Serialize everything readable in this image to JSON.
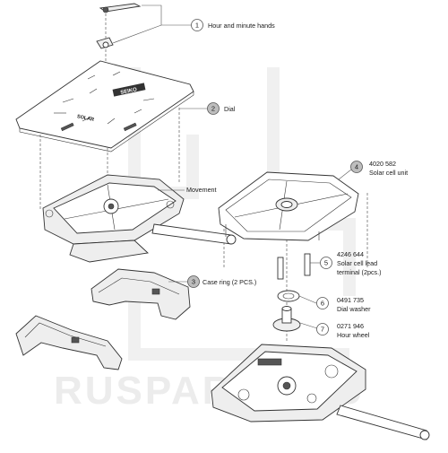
{
  "watermark": "RUSPARTS.RU",
  "dial_text": {
    "logo": "SEIKO",
    "solar": "SOLAR"
  },
  "callouts": [
    {
      "number": "1",
      "lines": [
        "Hour and minute hands"
      ]
    },
    {
      "number": "2",
      "lines": [
        "Dial"
      ]
    },
    {
      "number": "3",
      "lines": [
        "Case ring (2 PCS.)"
      ]
    },
    {
      "number": "4",
      "lines": [
        "4020 582",
        "Solar cell unit"
      ]
    },
    {
      "number": "5",
      "lines": [
        "4246 644",
        "Solar cell lead",
        "terminal (2pcs.)"
      ]
    },
    {
      "number": "6",
      "lines": [
        "0491 735",
        "Dial washer"
      ]
    },
    {
      "number": "7",
      "lines": [
        "0271 946",
        "Hour wheel"
      ]
    }
  ],
  "movement_label": "Movement"
}
